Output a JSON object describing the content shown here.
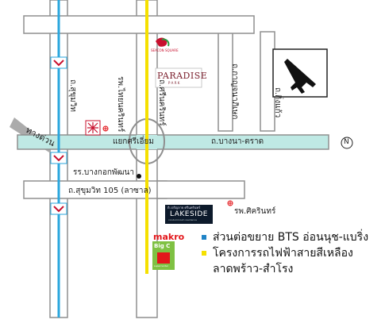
{
  "colors": {
    "road_outline": "#8f8f8f",
    "main_road": "#bfe9e4",
    "bts_line": "#2aa6dd",
    "yellow_line": "#f5e000",
    "legend_blue": "#1f83c6",
    "legend_yellow": "#f5e000",
    "paradise_red": "#c8102e",
    "makro_red": "#e3161b",
    "bigc_green": "#7fc143"
  },
  "roads": {
    "sukhumvit": "ถ.สุขุมวิท",
    "srinakarin": "ถ.ศรีนครินทร์",
    "bangna_trad": "ถ.บางนา-ตราด",
    "intersection": "แยกศรีเอี่ยม",
    "sukhumvit_105": "ถ.สุขุมวิท 105 (ลาซาล)",
    "kanchanaphisek": "ถ.กาญจนาภิเษก",
    "king_kaew": "ถ.กิ่งแก้ว",
    "expressway": "ทางด่วน"
  },
  "places": {
    "thai_nakarin_hospital": "รพ.ไทยนครินทร์",
    "siki_hospital": "รพ.ศิครินทร์",
    "school": "รร.บางกอกพัฒนา",
    "paradise_logo": "PARADISE",
    "paradise_sub": "P A R K",
    "seacon_logo": "SEACON SQUARE",
    "lakeside_logo": "LAKESIDE",
    "lakeside_top": "ดิ เจริญลาย ศรีนครินทร์",
    "lakeside_bottom": "condominium residence",
    "makro_logo": "makro",
    "bigc_logo": "Big C",
    "bigc_sub": "supercenter"
  },
  "compass": "N",
  "legend": {
    "bts": "ส่วนต่อขยาย BTS อ่อนนุช-แบริ่ง",
    "yellow_line_1": "โครงการรถไฟฟ้าสายสีเหลือง",
    "yellow_line_2": "ลาดพร้าว-สำโรง"
  }
}
